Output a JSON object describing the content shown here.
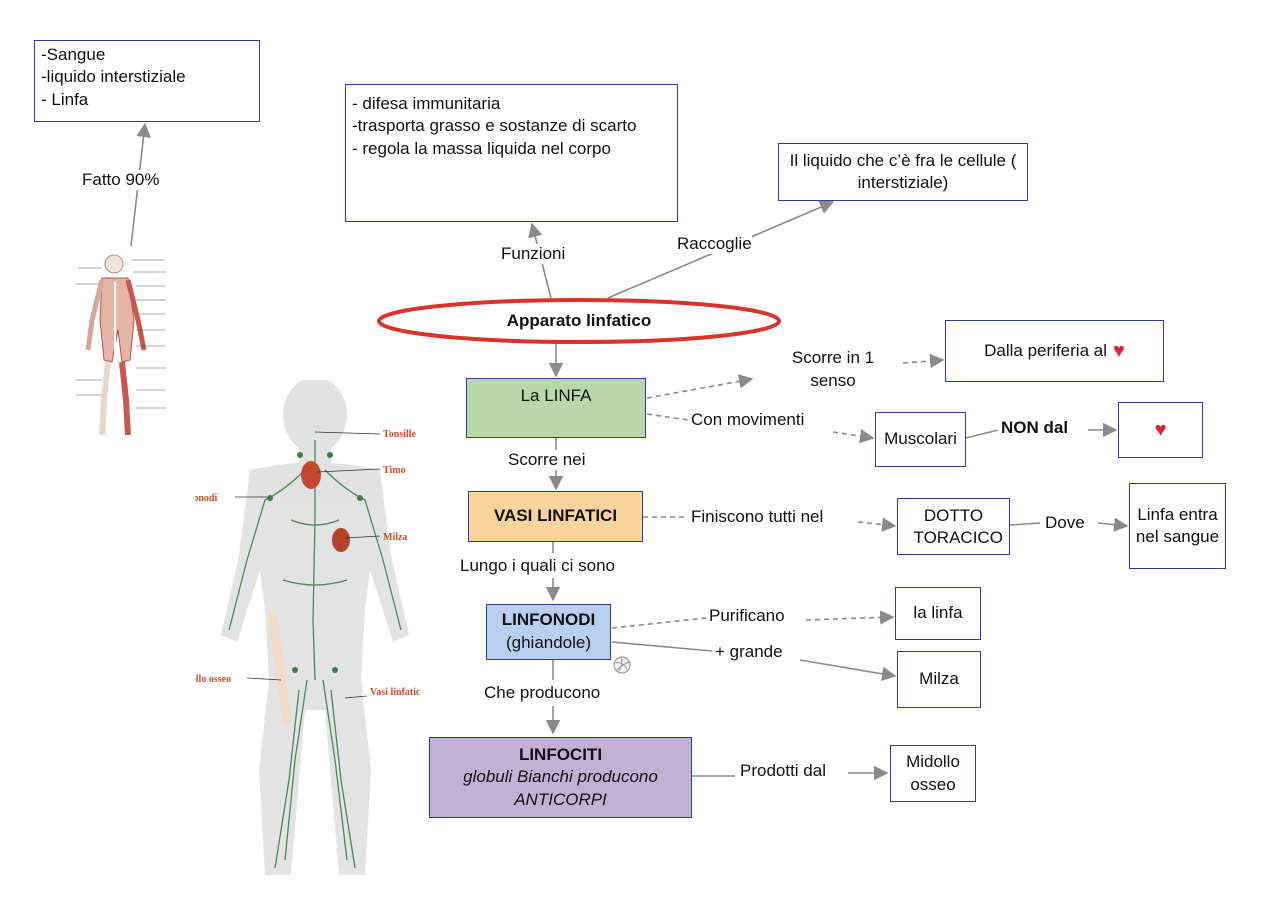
{
  "root": {
    "title": "Apparato linfatico"
  },
  "boxes": {
    "composition": [
      "-Sangue",
      "-liquido interstiziale",
      "- Linfa"
    ],
    "functions": [
      "- difesa immunitaria",
      "-trasporta grasso e sostanze di scarto",
      "- regola la massa liquida nel corpo"
    ],
    "collects": "Il liquido che c’è fra le cellule ( interstiziale)",
    "linfa": "La LINFA",
    "vasi": "VASI LINFATICI",
    "linfonodi_title": "LINFONODI",
    "linfonodi_sub": "(ghiandole)",
    "linfociti_title": "LINFOCITI",
    "linfociti_sub": "globuli Bianchi producono ANTICORPI",
    "periferia": "Dalla periferia al",
    "muscolari": "Muscolari",
    "dotto": "DOTTO TORACICO",
    "sangue": "Linfa entra nel sangue",
    "la_linfa": "la linfa",
    "milza": "Milza",
    "midollo": "Midollo osseo"
  },
  "edges": {
    "fatto": "Fatto 90%",
    "funzioni": "Funzioni",
    "raccoglie": "Raccoglie",
    "scorre_senso": "Scorre in 1 senso",
    "movimenti": "Con movimenti",
    "non_dal": "NON dal",
    "scorre_nei": "Scorre nei",
    "finiscono": "Finiscono tutti nel",
    "dove": "Dove",
    "lungo": "Lungo i quali ci sono",
    "purificano": "Purificano",
    "grande": "+ grande",
    "producono": "Che producono",
    "prodotti": "Prodotti dal"
  },
  "icons": {
    "heart": "heart-icon"
  },
  "figure_labels": {
    "tonsille": "Tonsille",
    "timo": "Timo",
    "linfonodi": "Linfonodi",
    "milza": "Milza",
    "midollo": "Midollo osseo",
    "vasi": "Vasi linfatici"
  },
  "colors": {
    "border": "#2b3f8c",
    "linfa_fill": "#b7d9a9",
    "vasi_fill": "#f8d49e",
    "linfonodi_fill": "#b8cff0",
    "linfociti_fill": "#c2b1d4",
    "ellipse": "#d8342b",
    "arrow": "#8a8a8a"
  }
}
